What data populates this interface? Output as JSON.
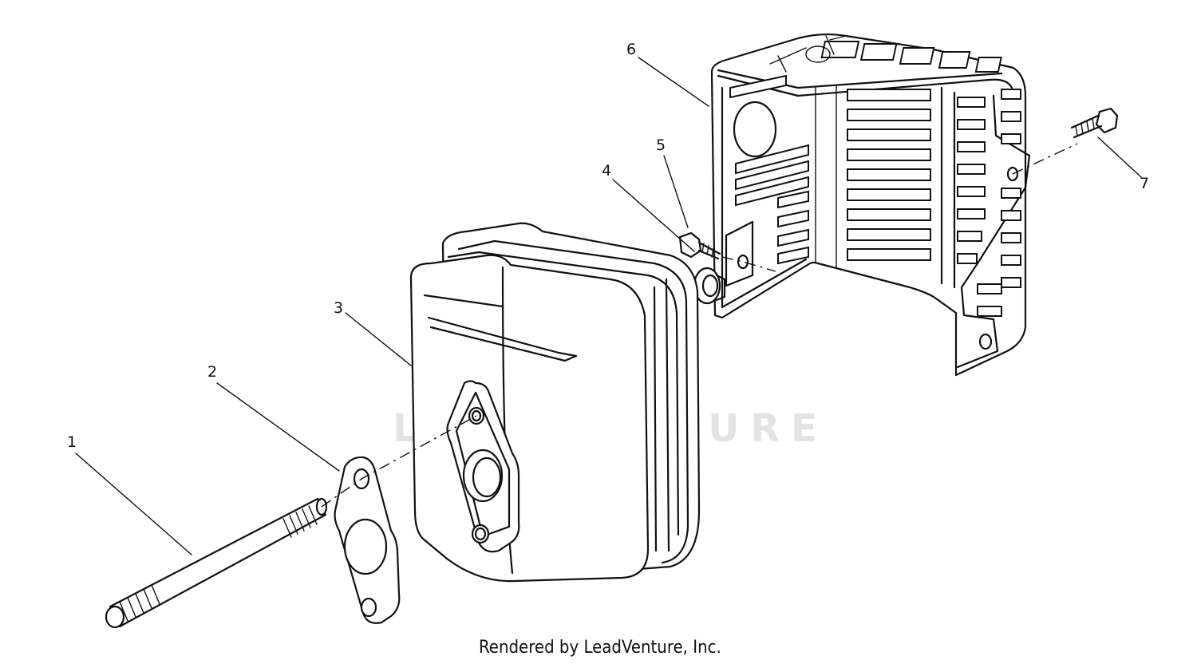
{
  "watermark": {
    "text": "LEADVENTURE"
  },
  "credit": {
    "text": "Rendered by LeadVenture, Inc."
  },
  "callouts": [
    {
      "id": "1"
    },
    {
      "id": "2"
    },
    {
      "id": "3"
    },
    {
      "id": "4"
    },
    {
      "id": "5"
    },
    {
      "id": "6"
    },
    {
      "id": "7"
    }
  ],
  "colors": {
    "line": "#111111",
    "watermark": "#e3e3e3",
    "background": "#ffffff"
  }
}
